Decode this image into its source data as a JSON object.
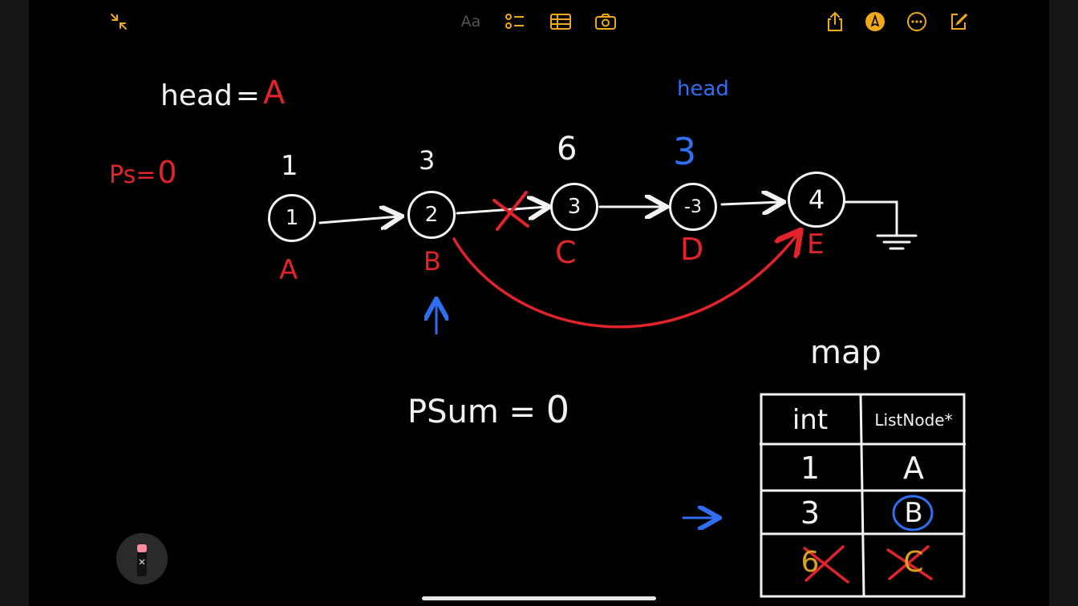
{
  "toolbar": {
    "icons": [
      "collapse-icon",
      "text-format-icon",
      "checklist-icon",
      "table-icon",
      "camera-icon",
      "share-icon",
      "markup-pen-icon",
      "more-icon",
      "compose-icon"
    ],
    "text_format_label": "Aa",
    "accent": "#f0a91a"
  },
  "drawing": {
    "head_label": "head",
    "head_equals": "=",
    "head_value": "A",
    "head_annotation": "head",
    "psum_small": "Ps",
    "psum_small_eq": "=",
    "psum_small_value": "0",
    "psum_label": "PSum",
    "psum_equals": "=",
    "psum_value": "0",
    "nodes": [
      {
        "value": "1",
        "name": "A",
        "prefix": "1"
      },
      {
        "value": "2",
        "name": "B",
        "prefix": "3"
      },
      {
        "value": "3",
        "name": "C",
        "prefix": "6"
      },
      {
        "value": "-3",
        "name": "D",
        "prefix": "3"
      },
      {
        "value": "4",
        "name": "E",
        "prefix": ""
      }
    ],
    "map_title": "map",
    "map_headers": [
      "int",
      "ListNode*"
    ],
    "map_rows": [
      {
        "key": "1",
        "value": "A",
        "crossed": false,
        "circled": false
      },
      {
        "key": "3",
        "value": "B",
        "crossed": false,
        "circled": true
      },
      {
        "key": "6",
        "value": "C",
        "crossed": true,
        "circled": false
      }
    ],
    "colors": {
      "ink": "#f2f2f2",
      "red": "#e0242a",
      "blue": "#2f6ef0"
    }
  }
}
